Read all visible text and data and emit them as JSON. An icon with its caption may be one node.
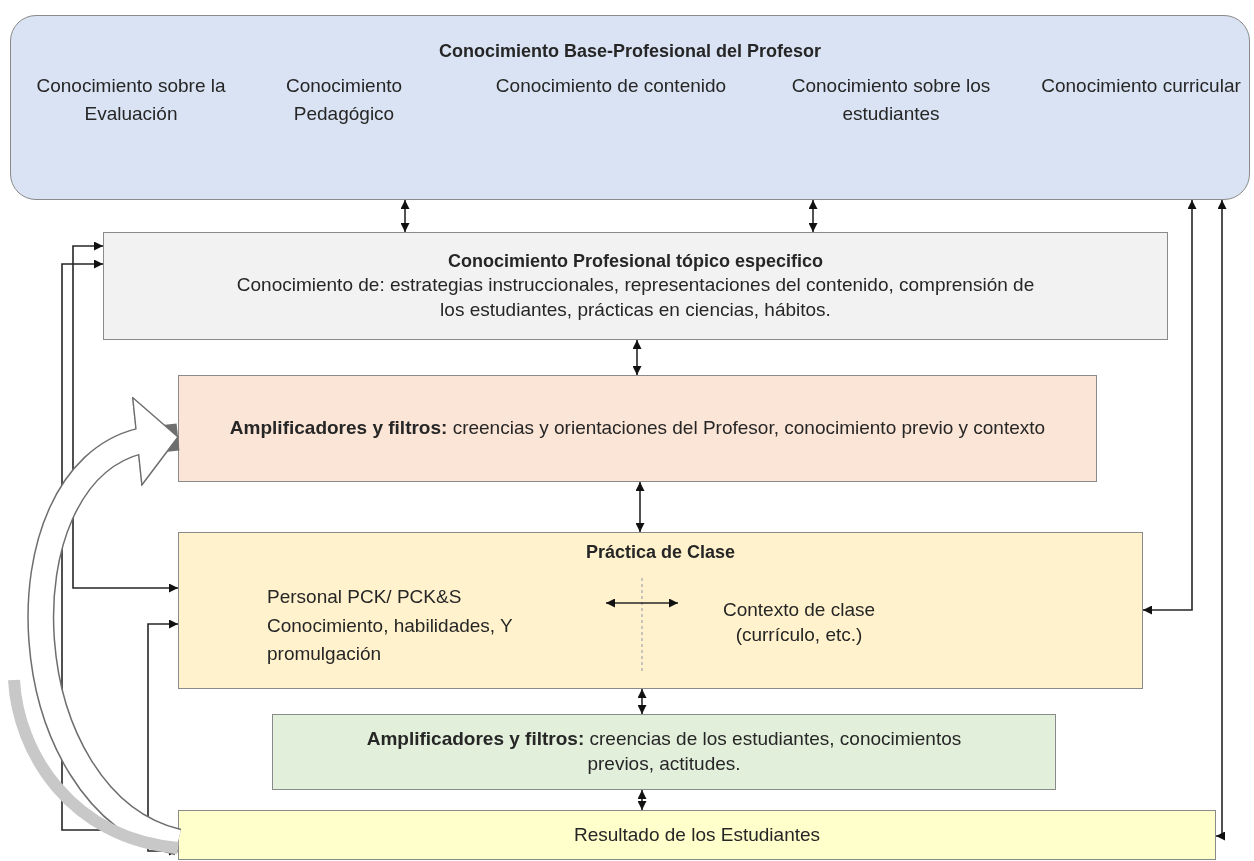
{
  "diagram": {
    "nodes": [
      {
        "text": [
          "Conocimiento Base-Profesional del Profesor",
          "Conocimiento sobre la Evaluación",
          "Conocimiento Pedagógico",
          "Conocimiento de contenido",
          "Conocimiento sobre los estudiantes",
          "Conocimiento curricular"
        ]
      },
      {
        "text": [
          "Conocimiento Profesional tópico especifico",
          "Conocimiento de: estrategias instruccionales, representaciones del contenido, comprensión de los estudiantes, prácticas en ciencias, hábitos."
        ]
      },
      {
        "text": [
          "**Amplificadores y filtros:** creencias y orientaciones del Profesor, conocimiento previo y contexto"
        ]
      },
      {
        "text": [
          "Práctica de Clase"
        ]
      },
      {
        "text": [
          "Personal PCK/ PCK&S Conocimiento, habilidades, Y promulgación"
        ],
        "in": 3
      },
      {
        "text": [
          "Contexto de clase (currículo, etc.)"
        ],
        "in": 3
      },
      {
        "text": [
          "**Amplificadores y filtros:** creencias de los estudiantes, conocimientos previos, actitudes."
        ]
      },
      {
        "text": [
          "Resultado de los Estudiantes"
        ]
      }
    ],
    "edges": [
      {
        "from": 0,
        "to": 1,
        "arrow": "both"
      },
      {
        "from": 0,
        "to": 1,
        "arrow": "both"
      },
      {
        "from": 1,
        "to": 2,
        "arrow": "both"
      },
      {
        "from": 2,
        "to": 3,
        "arrow": "both"
      },
      {
        "from": 4,
        "to": 5,
        "arrow": "both"
      },
      {
        "from": 3,
        "to": 6,
        "arrow": "both"
      },
      {
        "from": 6,
        "to": 7,
        "arrow": "both"
      },
      {
        "from": 1,
        "to": 7,
        "arrow": "both"
      },
      {
        "from": 1,
        "to": 3,
        "arrow": "both"
      },
      {
        "from": 3,
        "to": 7,
        "arrow": "both"
      },
      {
        "from": 0,
        "to": 3,
        "arrow": "both"
      },
      {
        "from": 0,
        "to": 7,
        "arrow": "both"
      },
      {
        "from": 7,
        "to": 2,
        "arrow": "to",
        "style": "thick"
      }
    ]
  }
}
